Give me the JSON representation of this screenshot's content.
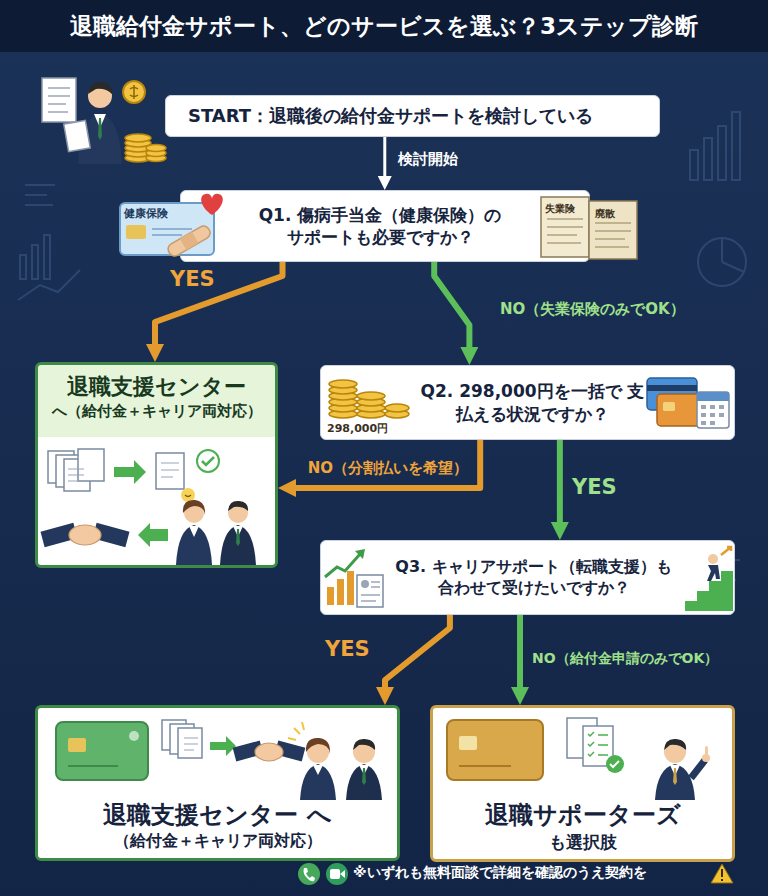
{
  "diagram": {
    "title": "退職給付金サポート、どのサービスを選ぶ？3ステップ診断",
    "nodes": [
      {
        "text": [
          "START：退職後の給付金サポートを検討している"
        ]
      },
      {
        "text": [
          "Q1. 傷病手当金（健康保険）の サポートも必要ですか？"
        ]
      },
      {
        "text": [
          "退職支援センター",
          "へ（給付金＋キャリア両対応）"
        ]
      },
      {
        "text": [
          "Q2. 298,000円を一括で 支払える状況ですか？",
          "298,000円"
        ]
      },
      {
        "text": [
          "Q3. キャリアサポート（転職支援）も 合わせて受けたいですか？"
        ]
      },
      {
        "text": [
          "退職支援センター へ",
          "（給付金＋キャリア両対応）"
        ]
      },
      {
        "text": [
          "退職サポーターズ",
          "も選択肢"
        ]
      }
    ],
    "edges": [
      {
        "from": 0,
        "to": 1,
        "arrow": "to",
        "label": "検討開始"
      },
      {
        "from": 1,
        "to": 2,
        "arrow": "to",
        "label": "YES"
      },
      {
        "from": 1,
        "to": 3,
        "arrow": "to",
        "label": "NO（失業保険のみでOK）"
      },
      {
        "from": 3,
        "to": 2,
        "arrow": "to",
        "label": "NO（分割払いを希望）"
      },
      {
        "from": 3,
        "to": 4,
        "arrow": "to",
        "label": "YES"
      },
      {
        "from": 4,
        "to": 5,
        "arrow": "to",
        "label": "YES"
      },
      {
        "from": 4,
        "to": 6,
        "arrow": "to",
        "label": "NO（給付金申請のみでOK）"
      }
    ],
    "labels": [
      "健康保険",
      "失業険",
      "廃散",
      "※いずれも無料面談で詳細を確認のうえ契約を"
    ]
  }
}
